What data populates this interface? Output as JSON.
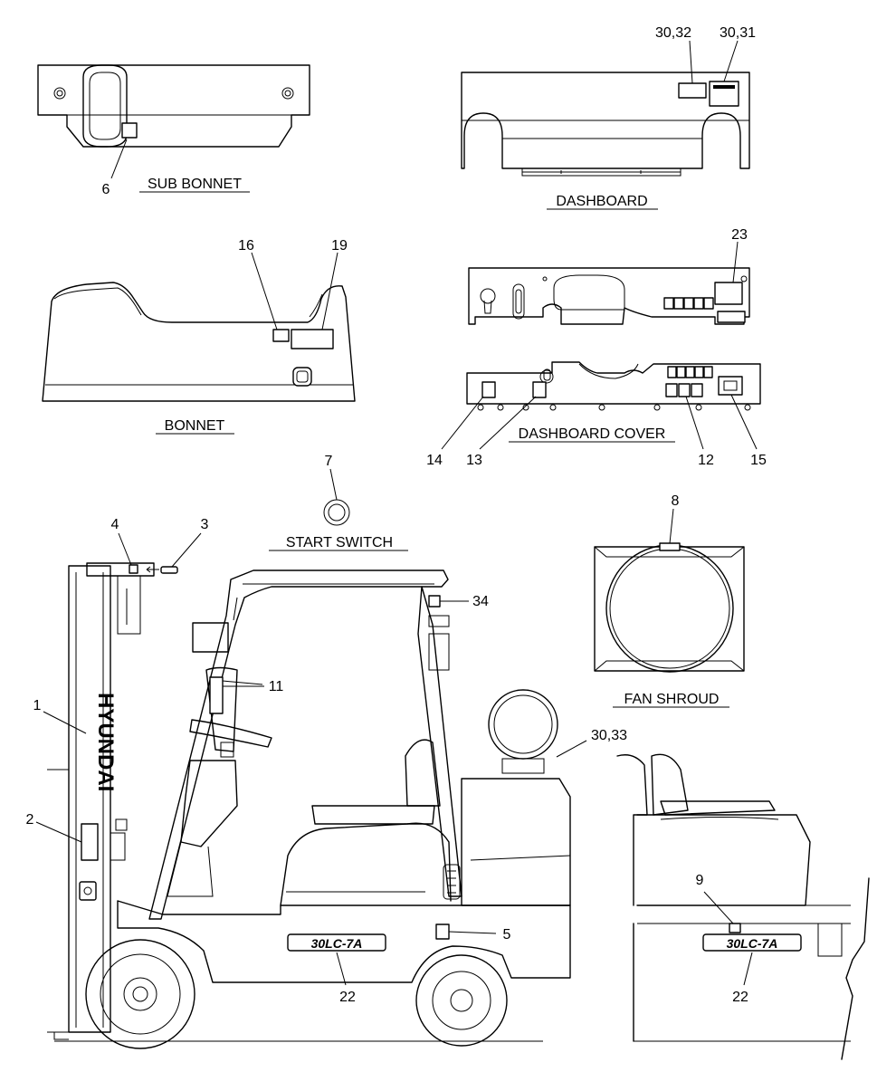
{
  "captions": {
    "sub_bonnet": "SUB BONNET",
    "dashboard": "DASHBOARD",
    "bonnet": "BONNET",
    "dashboard_cover": "DASHBOARD COVER",
    "start_switch": "START SWITCH",
    "fan_shroud": "FAN SHROUD"
  },
  "callouts": {
    "c6": "6",
    "c30_32": "30,32",
    "c30_31": "30,31",
    "c16": "16",
    "c19": "19",
    "c23": "23",
    "c14": "14",
    "c13": "13",
    "c12": "12",
    "c15": "15",
    "c7": "7",
    "c8": "8",
    "c4": "4",
    "c3": "3",
    "c34": "34",
    "c11": "11",
    "c1": "1",
    "c2": "2",
    "c30_33": "30,33",
    "c9": "9",
    "c5": "5",
    "c22a": "22",
    "c22b": "22"
  },
  "decals": {
    "brand_mast": "HYUNDAI",
    "model_side": "30LC-7A",
    "model_rear": "30LC-7A"
  }
}
